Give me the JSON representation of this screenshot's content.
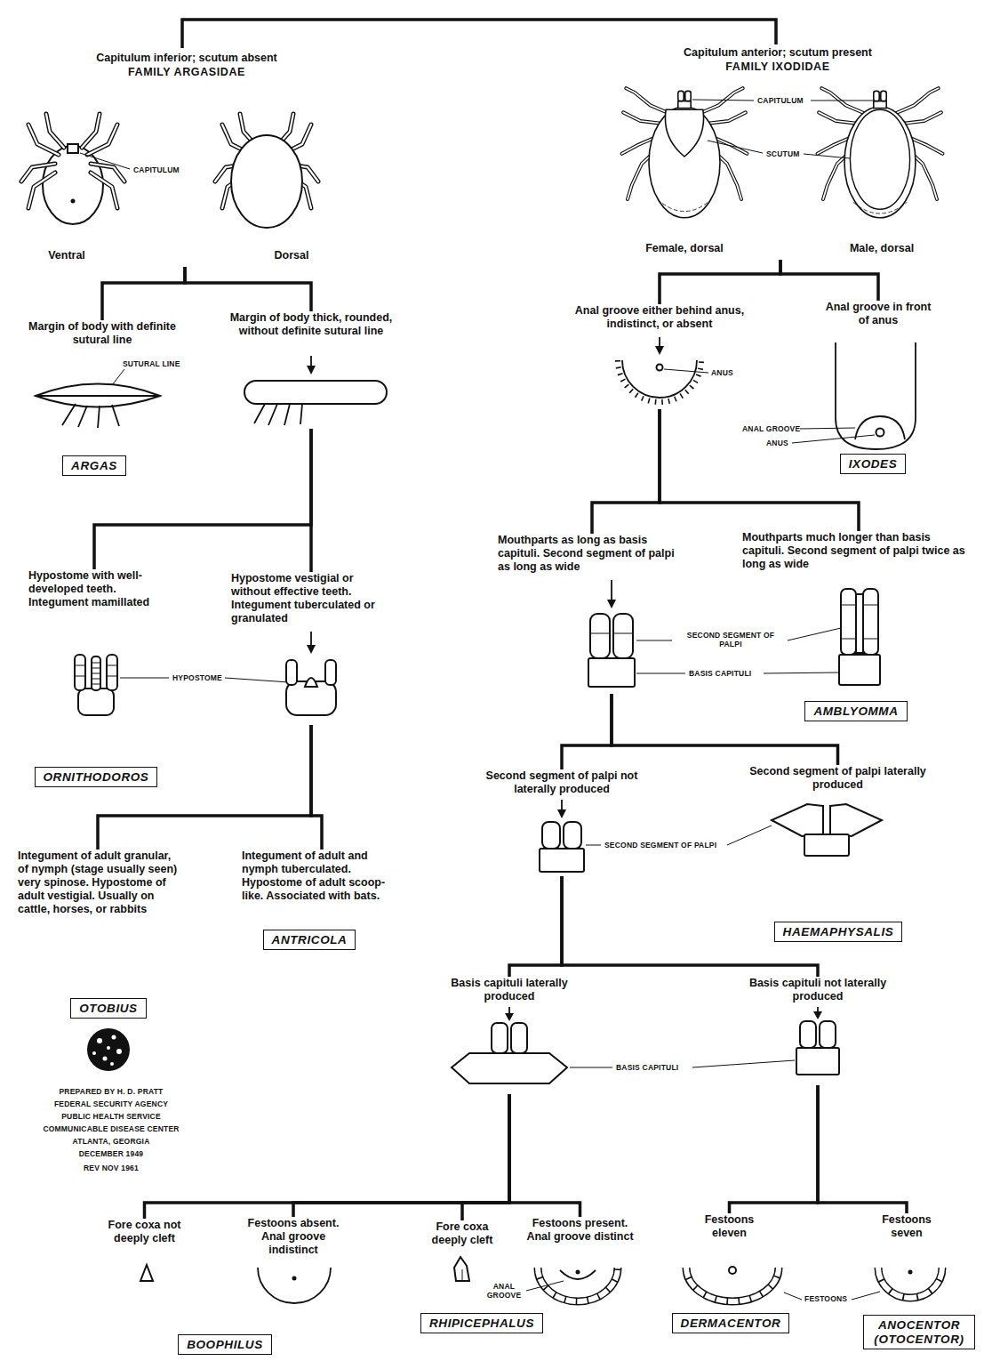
{
  "diagram": {
    "nodes": [
      {
        "text": [
          "Capitulum inferior; scutum absent",
          "FAMILY ARGASIDAE"
        ]
      },
      {
        "text": [
          "Capitulum anterior; scutum present",
          "FAMILY IXODIDAE"
        ]
      },
      {
        "text": [
          "Margin of body with definite sutural line"
        ]
      },
      {
        "text": [
          "Margin of body thick, rounded, without definite sutural line"
        ]
      },
      {
        "text": [
          "Anal groove either behind anus, indistinct, or absent"
        ]
      },
      {
        "text": [
          "Anal groove in front of anus"
        ]
      },
      {
        "text": [
          "ARGAS"
        ]
      },
      {
        "text": [
          "IXODES"
        ]
      },
      {
        "text": [
          "Hypostome with well-developed teeth. Integument mamillated"
        ]
      },
      {
        "text": [
          "Hypostome vestigial or without effective teeth. Integument tuberculated or granulated"
        ]
      },
      {
        "text": [
          "Mouthparts as long as basis capituli. Second segment of palpi as long as wide"
        ]
      },
      {
        "text": [
          "Mouthparts much longer than basis capituli. Second segment of palpi twice as long as wide"
        ]
      },
      {
        "text": [
          "ORNITHODOROS"
        ]
      },
      {
        "text": [
          "AMBLYOMMA"
        ]
      },
      {
        "text": [
          "Integument of adult granular, of nymph (stage usually seen) very spinose. Hypostome of adult vestigial. Usually on cattle, horses, or rabbits"
        ]
      },
      {
        "text": [
          "Integument of adult and nymph tuberculated. Hypostome of adult scoop-like. Associated with bats."
        ]
      },
      {
        "text": [
          "ANTRICOLA"
        ]
      },
      {
        "text": [
          "OTOBIUS"
        ]
      },
      {
        "text": [
          "Second segment of palpi not laterally produced"
        ]
      },
      {
        "text": [
          "Second segment of palpi laterally produced"
        ]
      },
      {
        "text": [
          "HAEMAPHYSALIS"
        ]
      },
      {
        "text": [
          "Basis capituli laterally produced"
        ]
      },
      {
        "text": [
          "Basis capituli not laterally produced"
        ]
      },
      {
        "text": [
          "Fore coxa not deeply cleft"
        ]
      },
      {
        "text": [
          "Festoons absent. Anal groove indistinct"
        ]
      },
      {
        "text": [
          "Fore coxa deeply cleft"
        ]
      },
      {
        "text": [
          "Festoons present. Anal groove distinct"
        ]
      },
      {
        "text": [
          "Festoons eleven"
        ]
      },
      {
        "text": [
          "Festoons seven"
        ]
      },
      {
        "text": [
          "BOOPHILUS"
        ]
      },
      {
        "text": [
          "RHIPICEPHALUS"
        ]
      },
      {
        "text": [
          "DERMACENTOR"
        ]
      },
      {
        "text": [
          "ANOCENTOR (OTOCENTOR)"
        ]
      }
    ],
    "edges": [
      {
        "from": 0,
        "to": 2,
        "arrow": "none"
      },
      {
        "from": 0,
        "to": 3,
        "arrow": "none"
      },
      {
        "from": 1,
        "to": 4,
        "arrow": "none"
      },
      {
        "from": 1,
        "to": 5,
        "arrow": "none"
      },
      {
        "from": 3,
        "to": 8,
        "arrow": "none"
      },
      {
        "from": 3,
        "to": 9,
        "arrow": "none"
      },
      {
        "from": 4,
        "to": 10,
        "arrow": "none"
      },
      {
        "from": 4,
        "to": 11,
        "arrow": "none"
      },
      {
        "from": 9,
        "to": 14,
        "arrow": "none"
      },
      {
        "from": 9,
        "to": 15,
        "arrow": "none"
      },
      {
        "from": 10,
        "to": 18,
        "arrow": "none"
      },
      {
        "from": 10,
        "to": 19,
        "arrow": "none"
      },
      {
        "from": 18,
        "to": 21,
        "arrow": "none"
      },
      {
        "from": 18,
        "to": 22,
        "arrow": "none"
      },
      {
        "from": 21,
        "to": 23,
        "arrow": "none"
      },
      {
        "from": 21,
        "to": 24,
        "arrow": "none"
      },
      {
        "from": 21,
        "to": 25,
        "arrow": "none"
      },
      {
        "from": 21,
        "to": 26,
        "arrow": "none"
      },
      {
        "from": 22,
        "to": 27,
        "arrow": "none"
      },
      {
        "from": 22,
        "to": 28,
        "arrow": "none"
      }
    ],
    "labels": [
      "CAPITULUM",
      "Ventral",
      "Dorsal",
      "CAPITULUM",
      "SCUTUM",
      "Female, dorsal",
      "Male, dorsal",
      "SUTURAL LINE",
      "ANUS",
      "ANAL GROOVE",
      "ANUS",
      "HYPOSTOME",
      "SECOND SEGMENT OF PALPI",
      "BASIS CAPITULI",
      "SECOND SEGMENT OF PALPI",
      "BASIS CAPITULI",
      "ANAL GROOVE",
      "FESTOONS",
      "PREPARED BY H. D. PRATT",
      "FEDERAL SECURITY AGENCY",
      "PUBLIC HEALTH SERVICE",
      "COMMUNICABLE DISEASE CENTER",
      "ATLANTA, GEORGIA",
      "DECEMBER 1949",
      "REV NOV 1961"
    ]
  }
}
